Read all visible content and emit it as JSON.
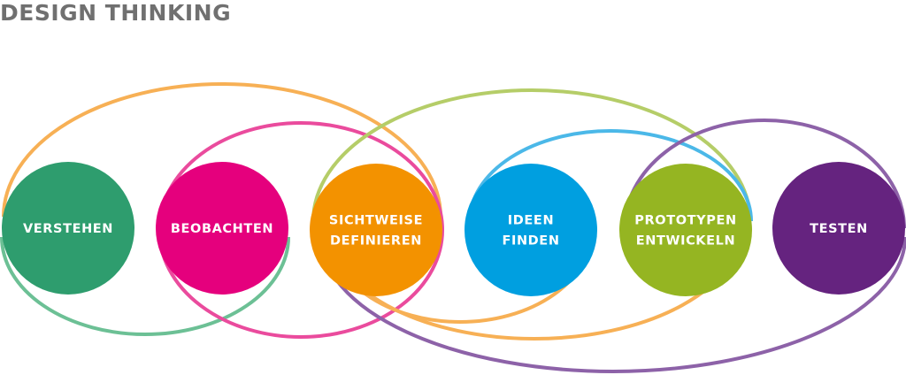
{
  "title": "DESIGN THINKING",
  "stages": [
    {
      "lines": [
        "VERSTEHEN"
      ],
      "color": "#2e9d6e"
    },
    {
      "lines": [
        "BEOBACHTEN"
      ],
      "color": "#e5007d"
    },
    {
      "lines": [
        "SICHTWEISE",
        "DEFINIEREN"
      ],
      "color": "#f39200"
    },
    {
      "lines": [
        "IDEEN",
        "FINDEN"
      ],
      "color": "#009fe0"
    },
    {
      "lines": [
        "PROTOTYPEN",
        "ENTWICKELN"
      ],
      "color": "#95b522"
    },
    {
      "lines": [
        "TESTEN"
      ],
      "color": "#65237f"
    }
  ],
  "loop_colors": {
    "orange": "#f7b055",
    "teal": "#6cc095",
    "pink": "#ea4b9d",
    "lime": "#b5cd68",
    "blue": "#4bb8e8",
    "purple": "#8d62a8"
  }
}
